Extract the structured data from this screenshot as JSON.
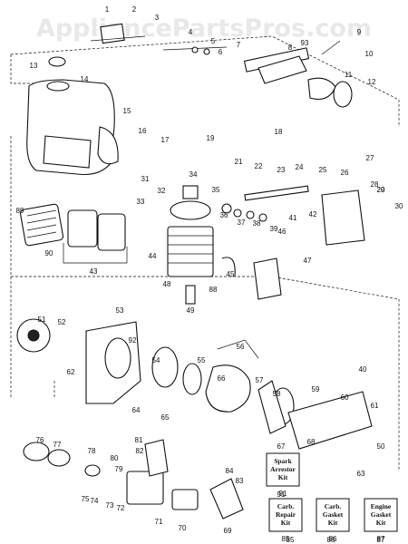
{
  "watermark": "AppliancePartsPros.com",
  "part_numbers": [
    "1",
    "2",
    "3",
    "4",
    "5",
    "6",
    "7",
    "8",
    "9",
    "10",
    "11",
    "12",
    "13",
    "14",
    "15",
    "16",
    "17",
    "18",
    "19",
    "20",
    "21",
    "22",
    "23",
    "24",
    "25",
    "26",
    "27",
    "28",
    "29",
    "30",
    "31",
    "32",
    "33",
    "34",
    "35",
    "36",
    "37",
    "38",
    "39",
    "40",
    "41",
    "42",
    "43",
    "44",
    "45",
    "46",
    "47",
    "48",
    "49",
    "50",
    "51",
    "52",
    "53",
    "54",
    "55",
    "56",
    "57",
    "58",
    "59",
    "60",
    "61",
    "62",
    "63",
    "64",
    "65",
    "66",
    "67",
    "68",
    "69",
    "70",
    "71",
    "72",
    "73",
    "74",
    "75",
    "76",
    "77",
    "78",
    "79",
    "80",
    "81",
    "82",
    "83",
    "84",
    "85",
    "86",
    "87",
    "88",
    "89",
    "90",
    "91",
    "92",
    "93"
  ],
  "kits": [
    {
      "id": "spark-arrestor-kit",
      "lines": [
        "Spark",
        "Arrestor",
        "Kit"
      ],
      "number": "91"
    },
    {
      "id": "carb-repair-kit",
      "lines": [
        "Carb.",
        "Repair",
        "Kit"
      ],
      "number": "85"
    },
    {
      "id": "carb-gasket-kit",
      "lines": [
        "Carb.",
        "Gasket",
        "Kit"
      ],
      "number": "86"
    },
    {
      "id": "engine-gasket-kit",
      "lines": [
        "Engine",
        "Gasket",
        "Kit"
      ],
      "number": "87"
    }
  ]
}
